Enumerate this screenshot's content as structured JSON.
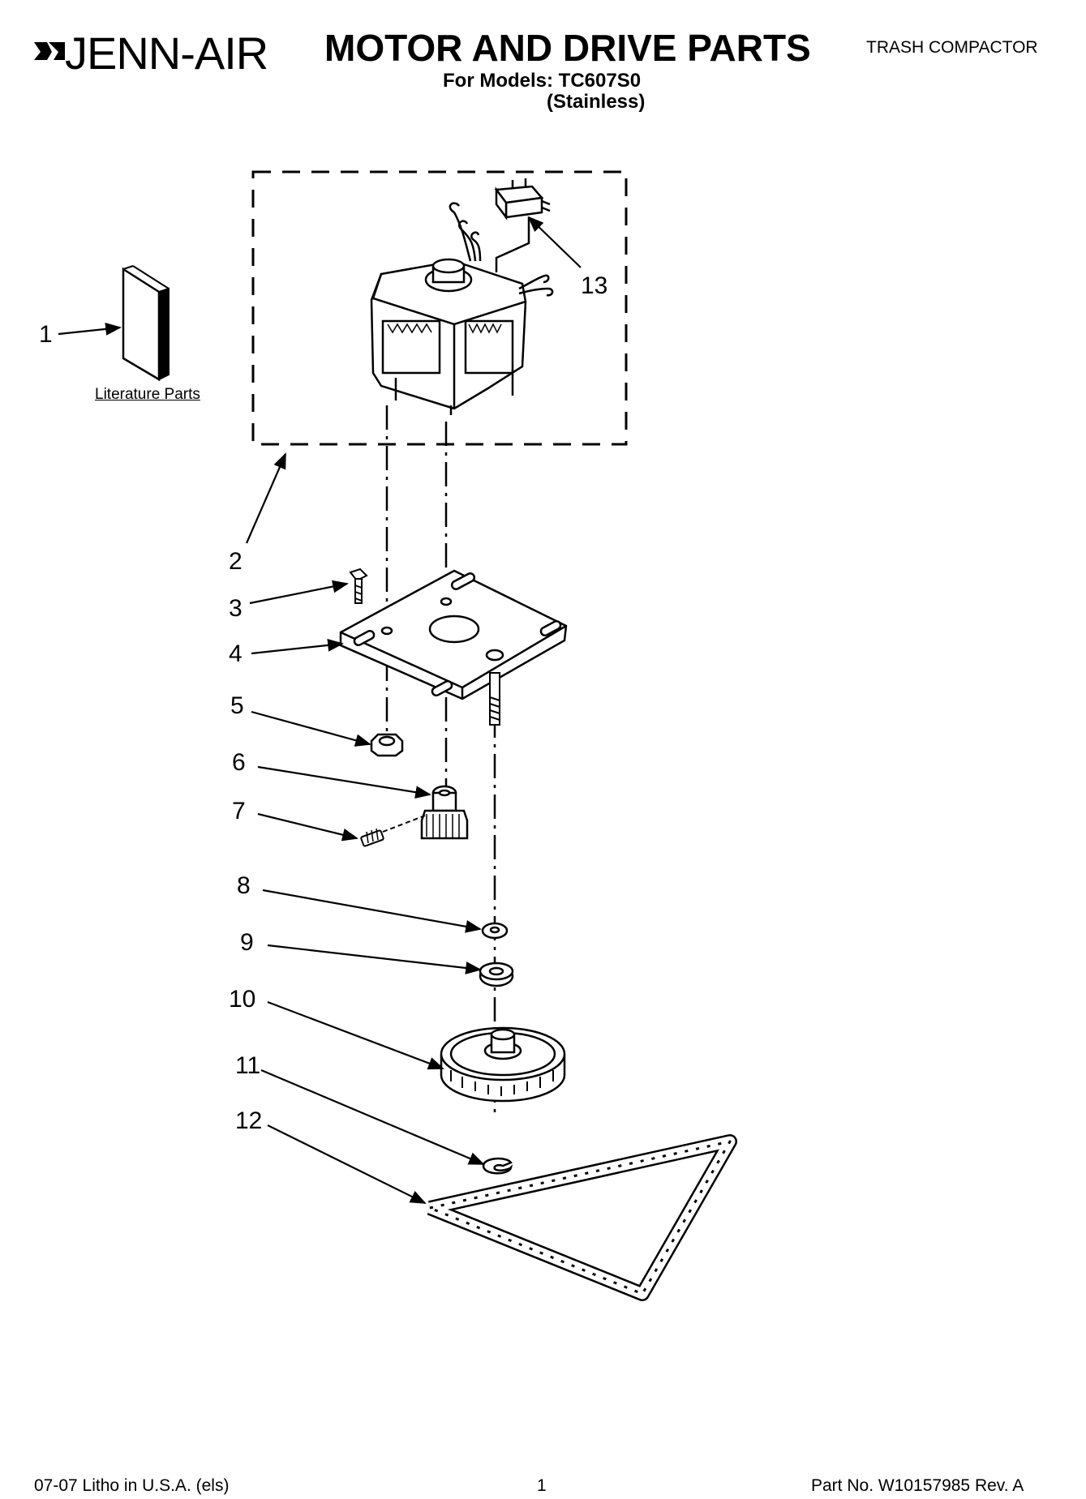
{
  "header": {
    "brand": "JENN-AIR",
    "title": "MOTOR AND DRIVE PARTS",
    "models_line": "For Models: TC607S0",
    "finish_line": "(Stainless)",
    "product_type": "TRASH COMPACTOR"
  },
  "diagram": {
    "literature_label": "Literature Parts",
    "callouts": [
      "1",
      "2",
      "3",
      "4",
      "5",
      "6",
      "7",
      "8",
      "9",
      "10",
      "11",
      "12",
      "13"
    ]
  },
  "footer": {
    "litho": "07-07 Litho in U.S.A. (els)",
    "page": "1",
    "part_no": "Part No. W10157985 Rev. A"
  }
}
